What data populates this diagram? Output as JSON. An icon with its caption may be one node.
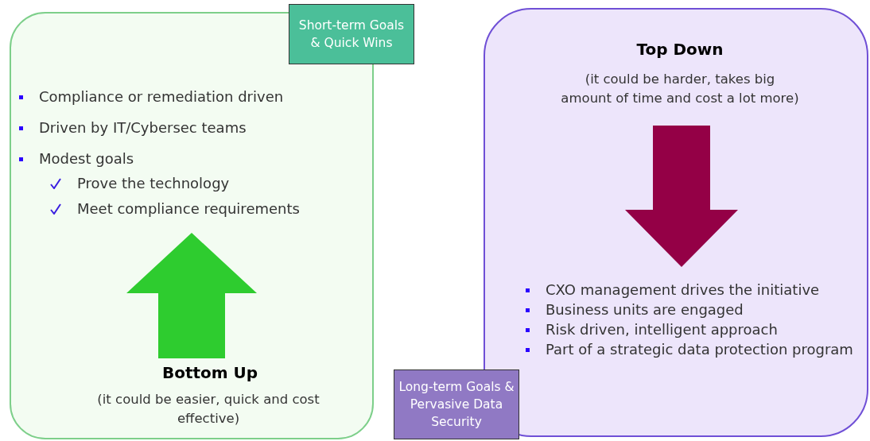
{
  "diagram": {
    "nodes": [
      {
        "text": [
          "Compliance or remediation driven",
          "Driven by IT/Cybersec teams",
          "Modest goals",
          "Prove the technology",
          "Meet compliance requirements",
          "Bottom Up",
          "(it could be easier, quick and cost effective)"
        ]
      },
      {
        "text": [
          "Short-term Goals & Quick Wins"
        ]
      },
      {
        "text": [
          "Top Down",
          "(it could be harder, takes big amount of time and cost a lot more)",
          "CXO management drives the initiative",
          "Business units are engaged",
          "Risk driven, intelligent approach",
          "Part of a strategic data protection program"
        ]
      },
      {
        "text": [
          "Long-term Goals & Pervasive Data Security"
        ]
      }
    ],
    "edges": []
  }
}
